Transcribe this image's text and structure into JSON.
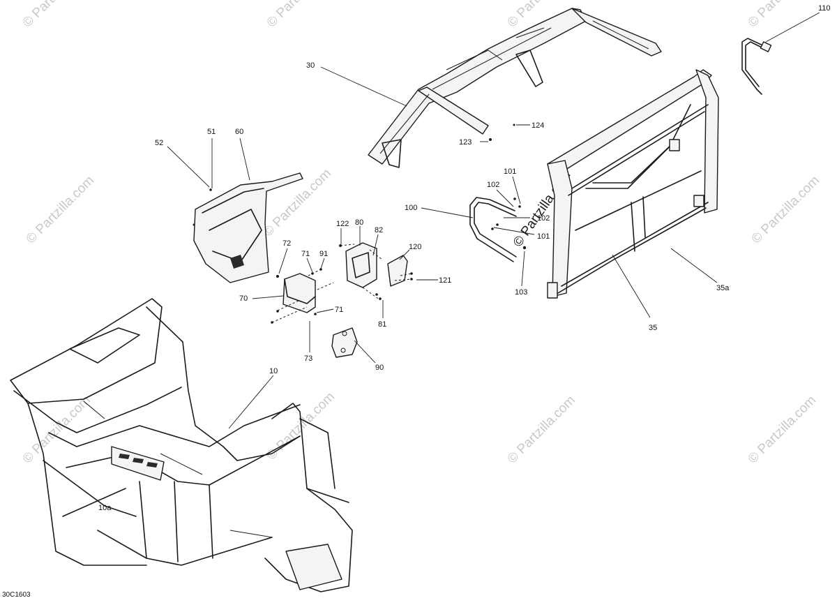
{
  "diagram_code": "30C1603",
  "watermark_text": "© Partzilla.com",
  "callouts": [
    {
      "id": "110",
      "label": "110"
    },
    {
      "id": "30",
      "label": "30"
    },
    {
      "id": "124",
      "label": "124"
    },
    {
      "id": "123",
      "label": "123"
    },
    {
      "id": "51",
      "label": "51"
    },
    {
      "id": "52",
      "label": "52"
    },
    {
      "id": "60",
      "label": "60"
    },
    {
      "id": "101a",
      "label": "101"
    },
    {
      "id": "102a",
      "label": "102"
    },
    {
      "id": "100",
      "label": "100"
    },
    {
      "id": "102b",
      "label": "102"
    },
    {
      "id": "101b",
      "label": "101"
    },
    {
      "id": "103",
      "label": "103"
    },
    {
      "id": "35a",
      "label": "35a"
    },
    {
      "id": "35",
      "label": "35"
    },
    {
      "id": "122",
      "label": "122"
    },
    {
      "id": "80",
      "label": "80"
    },
    {
      "id": "82",
      "label": "82"
    },
    {
      "id": "120",
      "label": "120"
    },
    {
      "id": "121",
      "label": "121"
    },
    {
      "id": "72",
      "label": "72"
    },
    {
      "id": "71a",
      "label": "71"
    },
    {
      "id": "91",
      "label": "91"
    },
    {
      "id": "70",
      "label": "70"
    },
    {
      "id": "71b",
      "label": "71"
    },
    {
      "id": "81",
      "label": "81"
    },
    {
      "id": "73",
      "label": "73"
    },
    {
      "id": "90",
      "label": "90"
    },
    {
      "id": "10",
      "label": "10"
    },
    {
      "id": "10a",
      "label": "10a"
    }
  ]
}
